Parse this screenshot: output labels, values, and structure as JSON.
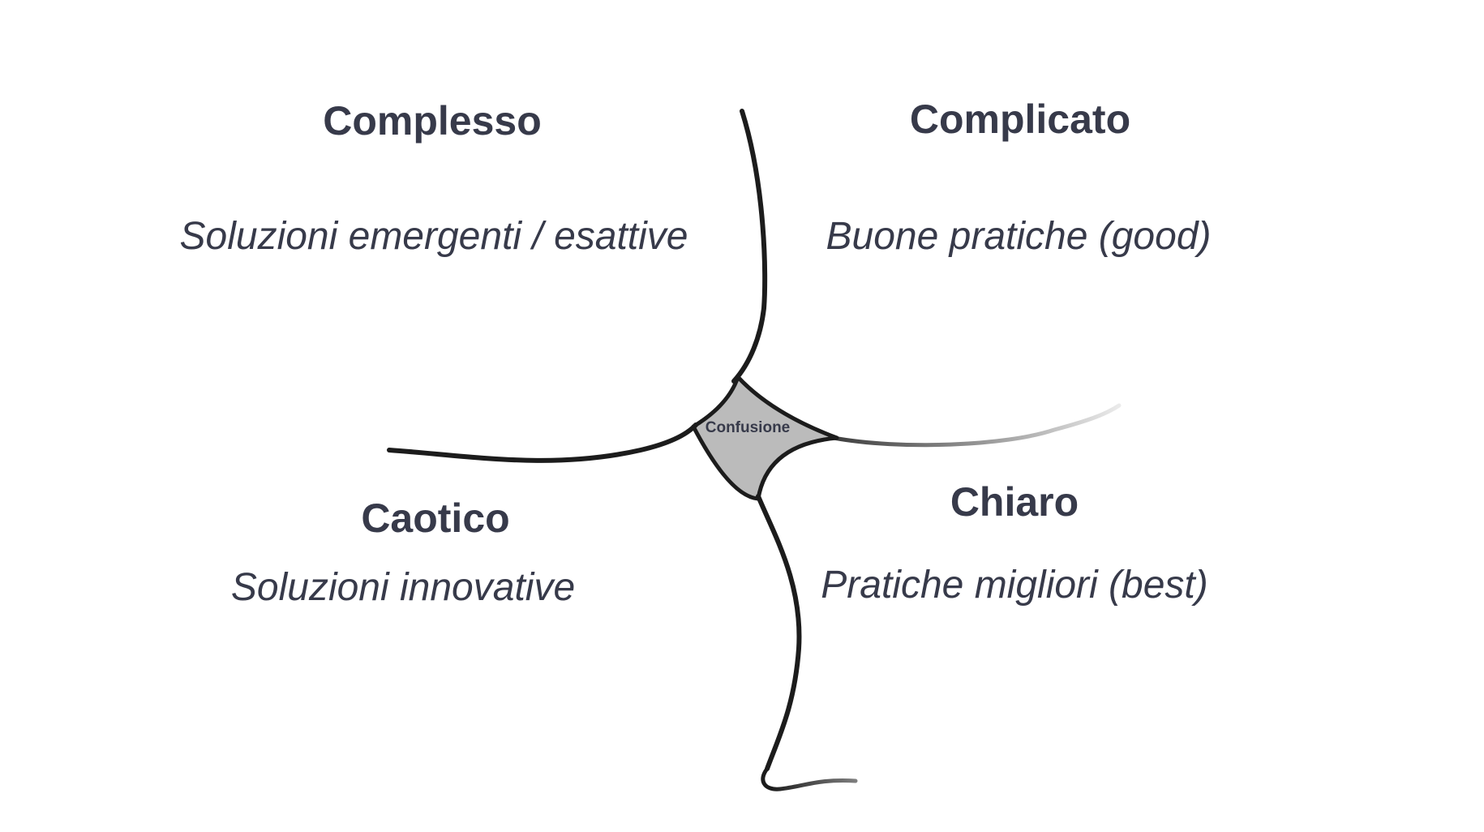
{
  "colors": {
    "text": "#373a4a",
    "line": "#1c1c1c",
    "confusion_fill": "#bbbbbb",
    "background": "#ffffff"
  },
  "domains": {
    "complex": {
      "title": "Complesso",
      "description": "Soluzioni emergenti / esattive"
    },
    "complicated": {
      "title": "Complicato",
      "description": "Buone pratiche (good)"
    },
    "chaotic": {
      "title": "Caotico",
      "description": "Soluzioni innovative"
    },
    "clear": {
      "title": "Chiaro",
      "description": "Pratiche migliori (best)"
    }
  },
  "center": {
    "label": "Confusione"
  }
}
